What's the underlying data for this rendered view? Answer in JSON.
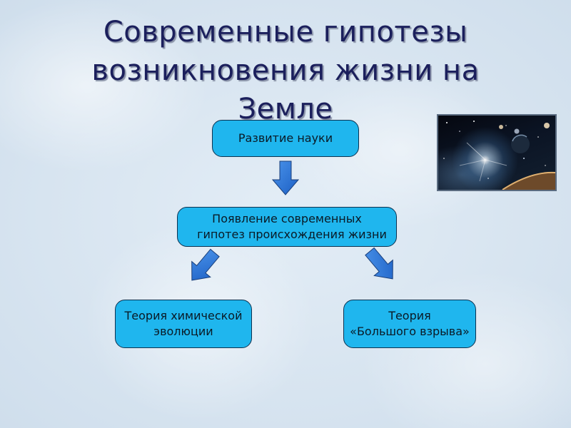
{
  "title": "Современные гипотезы возникновения жизни на Земле",
  "nodes": {
    "science": "Развитие науки",
    "hypotheses_line1": "Появление современных",
    "hypotheses_line2": "гипотез происхождения жизни",
    "chemical_line1": "Теория химической",
    "chemical_line2": "эволюции",
    "bigbang_line1": "Теория",
    "bigbang_line2": "«Большого взрыва»"
  },
  "colors": {
    "box_fill": "#1fb6ee",
    "arrow_fill": "#2a74d8",
    "title_color": "#1b1f5c"
  },
  "image": {
    "icon": "space-planets-image"
  }
}
